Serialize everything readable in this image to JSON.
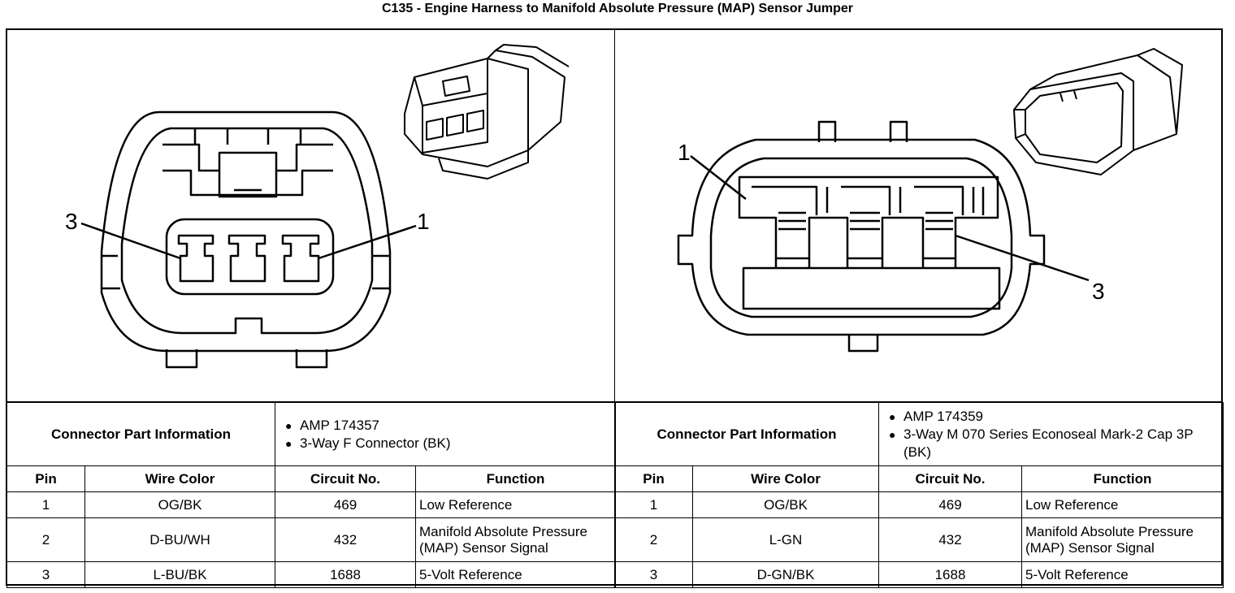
{
  "title": "C135 - Engine Harness to Manifold Absolute Pressure (MAP) Sensor Jumper",
  "left_connector": {
    "pin_labels": {
      "left": "3",
      "right": "1"
    },
    "part_info_label": "Connector Part Information",
    "part_info": [
      "AMP 174357",
      "3-Way F Connector (BK)"
    ],
    "columns": [
      "Pin",
      "Wire Color",
      "Circuit No.",
      "Function"
    ],
    "rows": [
      {
        "pin": "1",
        "wire_color": "OG/BK",
        "circuit": "469",
        "function": "Low Reference"
      },
      {
        "pin": "2",
        "wire_color": "D-BU/WH",
        "circuit": "432",
        "function": "Manifold Absolute Pressure (MAP) Sensor Signal"
      },
      {
        "pin": "3",
        "wire_color": "L-BU/BK",
        "circuit": "1688",
        "function": "5-Volt Reference"
      }
    ]
  },
  "right_connector": {
    "pin_labels": {
      "top": "1",
      "bottom": "3"
    },
    "part_info_label": "Connector Part Information",
    "part_info": [
      "AMP 174359",
      "3-Way M 070 Series Econoseal Mark-2 Cap 3P (BK)"
    ],
    "columns": [
      "Pin",
      "Wire Color",
      "Circuit No.",
      "Function"
    ],
    "rows": [
      {
        "pin": "1",
        "wire_color": "OG/BK",
        "circuit": "469",
        "function": "Low Reference"
      },
      {
        "pin": "2",
        "wire_color": "L-GN",
        "circuit": "432",
        "function": "Manifold Absolute Pressure (MAP) Sensor Signal"
      },
      {
        "pin": "3",
        "wire_color": "D-GN/BK",
        "circuit": "1688",
        "function": "5-Volt Reference"
      }
    ]
  }
}
